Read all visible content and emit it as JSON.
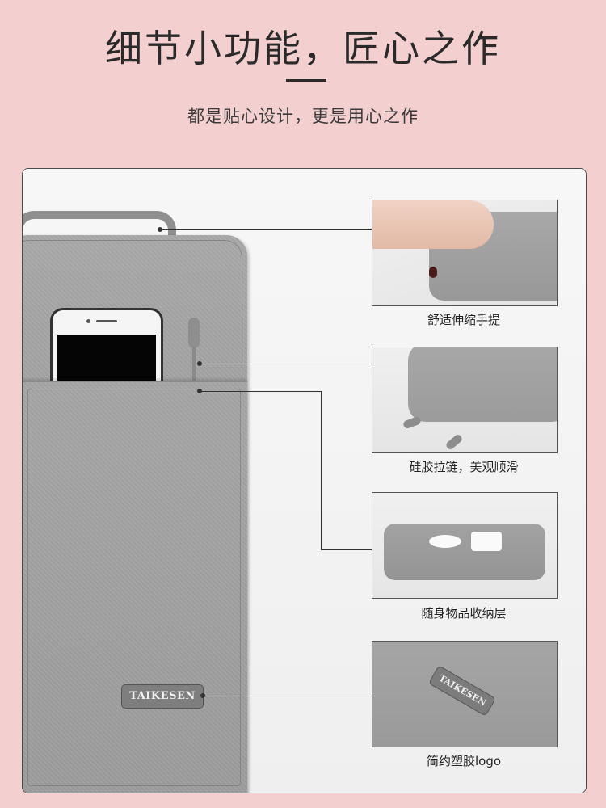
{
  "header": {
    "title": "细节小功能，匠心之作",
    "subtitle": "都是贴心设计，更是用心之作"
  },
  "product": {
    "logo_text": "TAIKESEN"
  },
  "features": [
    {
      "caption": "舒适伸缩手提"
    },
    {
      "caption": "硅胶拉链，美观顺滑"
    },
    {
      "caption": "随身物品收纳层"
    },
    {
      "caption": "简约塑胶logo"
    }
  ],
  "colors": {
    "background": "#f3cfcf",
    "fabric": "#a3a3a3",
    "line": "#333333"
  }
}
